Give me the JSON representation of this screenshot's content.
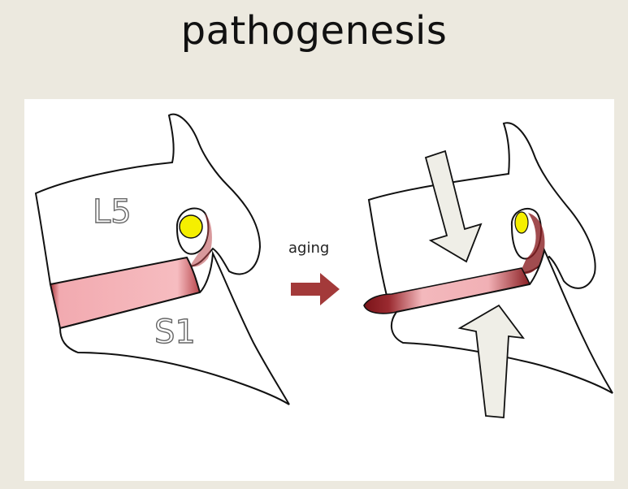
{
  "title": "pathogenesis",
  "labels": {
    "upper_vertebra": "L5",
    "lower_vertebra": "S1",
    "arrow_label": "aging"
  },
  "colors": {
    "background": "#ece9df",
    "panel": "#ffffff",
    "disc_fill": "#f4b4b8",
    "disc_edge": "#8a1f23",
    "facet_fill": "#f5ef00",
    "aging_arrow": "#a33a3a",
    "compression_arrow": "#efeee7",
    "outline": "#111111"
  },
  "icons": [
    "right-arrow-icon",
    "down-arrow-icon",
    "up-arrow-icon"
  ]
}
